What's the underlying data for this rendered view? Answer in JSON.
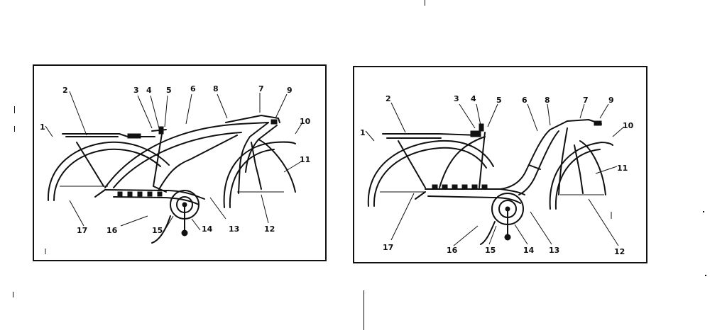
{
  "diagrams": [
    {
      "id": "mens",
      "callouts": [
        "1",
        "2",
        "3",
        "4",
        "5",
        "6",
        "8",
        "7",
        "9",
        "10",
        "11",
        "12",
        "13",
        "14",
        "15",
        "16",
        "17"
      ]
    },
    {
      "id": "ladies",
      "callouts": [
        "1",
        "2",
        "3",
        "4",
        "5",
        "6",
        "8",
        "7",
        "9",
        "10",
        "11",
        "12",
        "13",
        "14",
        "15",
        "16",
        "17"
      ]
    }
  ],
  "colors": {
    "ink": "#111111",
    "paper": "#ffffff"
  }
}
